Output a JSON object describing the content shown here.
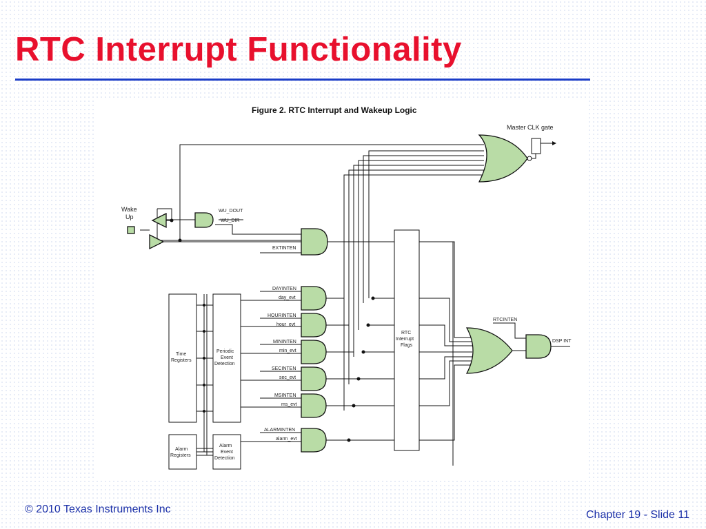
{
  "slide": {
    "title": "RTC Interrupt Functionality",
    "copyright": "© 2010 Texas Instruments Inc",
    "slide_number": "Chapter 19 - Slide 11"
  },
  "figure": {
    "caption": "Figure 2. RTC Interrupt and Wakeup Logic",
    "master_clk_gate": "Master CLK gate",
    "wake_up_line1": "Wake",
    "wake_up_line2": "Up",
    "wu_dout": "WU_DOUT",
    "wu_dir": "WU_DIR",
    "extinten": "EXTINTEN",
    "dayinten": "DAYINTEN",
    "day_evt": "day_evt",
    "hourinten": "HOURINTEN",
    "hour_evt": "hour_evt",
    "mininten": "MININTEN",
    "min_evt": "min_evt",
    "secinten": "SECINTEN",
    "sec_evt": "sec_evt",
    "msinten": "MSINTEN",
    "ms_evt": "ms_evt",
    "alarminten": "ALARMINTEN",
    "alarm_evt": "alarm_evt",
    "rtcinten": "RTCINTEN",
    "dsp_int": "DSP INT",
    "rtc_flags_l1": "RTC",
    "rtc_flags_l2": "Interrupt",
    "rtc_flags_l3": "Flags",
    "time_regs_l1": "Time",
    "time_regs_l2": "Registers",
    "periodic_l1": "Periodic",
    "periodic_l2": "Event",
    "periodic_l3": "Detection",
    "alarm_regs_l1": "Alarm",
    "alarm_regs_l2": "Registers",
    "alarm_det_l1": "Alarm",
    "alarm_det_l2": "Event",
    "alarm_det_l3": "Detection"
  }
}
